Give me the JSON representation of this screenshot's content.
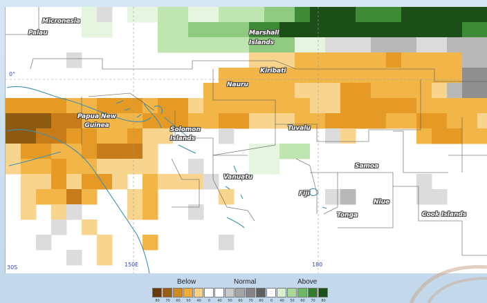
{
  "labels": {
    "micronesia": "Micronesia",
    "palau": "Palau",
    "marshall": "Marshall\nIslands",
    "kiribati": "Kiribati",
    "nauru": "Nauru",
    "png": "Papua New\nGuinea",
    "solomon": "Solomon\nIslands",
    "tuvalu": "Tuvalu",
    "samoa": "Samoa",
    "vanuatu": "Vanuatu",
    "fiji": "Fiji",
    "niue": "Niue",
    "tonga": "Tonga",
    "cook": "Cook Islands"
  },
  "axes": {
    "lat_0": "0°",
    "lat_30s": "30S",
    "lon_150e": "150E",
    "lon_180": "180"
  },
  "legend": {
    "below": "Below",
    "normal": "Normal",
    "above": "Above",
    "ticks": [
      "80",
      "70",
      "60",
      "50",
      "40",
      "0",
      "40",
      "50",
      "60",
      "70",
      "80",
      "0",
      "40",
      "50",
      "60",
      "70",
      "80"
    ],
    "colors": [
      "#6b3a0a",
      "#9a5c12",
      "#cf8a22",
      "#f0ad3c",
      "#f6d089",
      "#ffffff",
      "#ffffff",
      "#c9c9c9",
      "#a6a6a6",
      "#858585",
      "#606060",
      "#ffffff",
      "#d8f0cf",
      "#a6d99a",
      "#6db865",
      "#347d2c",
      "#1c4e18"
    ]
  }
}
